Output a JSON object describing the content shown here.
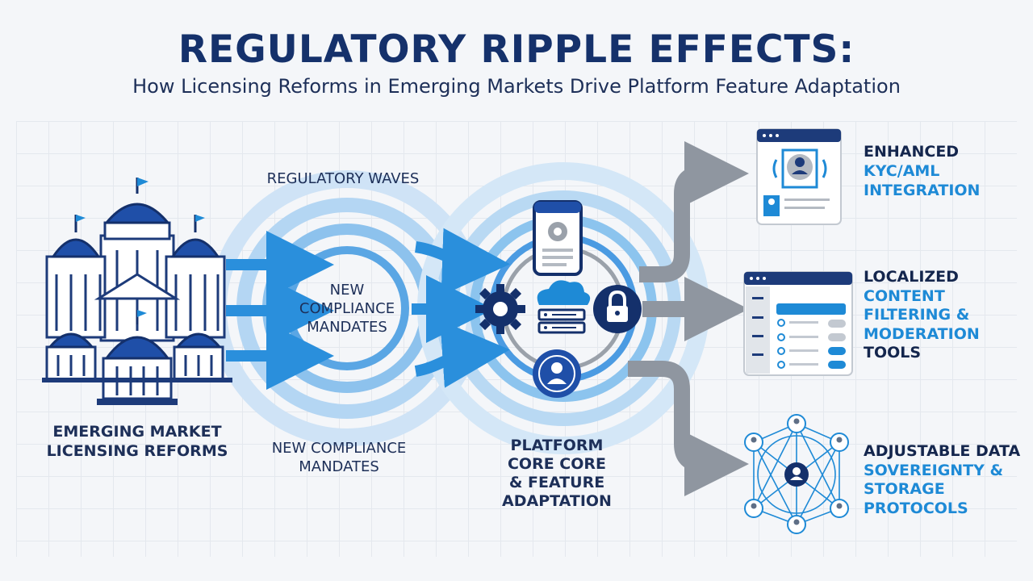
{
  "title": "REGULATORY RIPPLE EFFECTS:",
  "subtitle": "How Licensing Reforms in Emerging Markets Drive Platform Feature Adaptation",
  "source": {
    "label_line1": "EMERGING MARKET",
    "label_line2": "LICENSING REFORMS",
    "icon": "government-buildings-icon"
  },
  "waves": {
    "top_label": "REGULATORY WAVES",
    "center_line1": "NEW",
    "center_line2": "COMPLIANCE",
    "center_line3": "MANDATES",
    "bottom_line1": "NEW COMPLIANCE",
    "bottom_line2": "MANDATES"
  },
  "platform": {
    "label_line1": "PLATFORM",
    "label_line2": "CORE CORE",
    "label_line3": "& FEATURE",
    "label_line4": "ADAPTATION",
    "icons": [
      "mobile-settings-icon",
      "gear-icon",
      "cloud-server-icon",
      "lock-icon",
      "user-icon"
    ]
  },
  "outputs": [
    {
      "line1": "ENHANCED",
      "line2": "KYC/AML",
      "line3": "INTEGRATION",
      "icon": "identity-scan-icon"
    },
    {
      "line1": "LOCALIZED",
      "line2": "CONTENT",
      "line3": "FILTERING &",
      "line4": "MODERATION",
      "line5": "TOOLS",
      "icon": "content-filter-panel-icon"
    },
    {
      "line1": "ADJUSTABLE DATA",
      "line2": "SOVEREIGNTY &",
      "line3": "STORAGE",
      "line4": "PROTOCOLS",
      "icon": "data-network-icon"
    }
  ],
  "colors": {
    "navy": "#15316b",
    "royal_blue": "#1f4fa8",
    "accent_blue": "#1e8ad6",
    "light_blue": "#8cc4ee",
    "arrow_gray": "#8f96a0"
  }
}
